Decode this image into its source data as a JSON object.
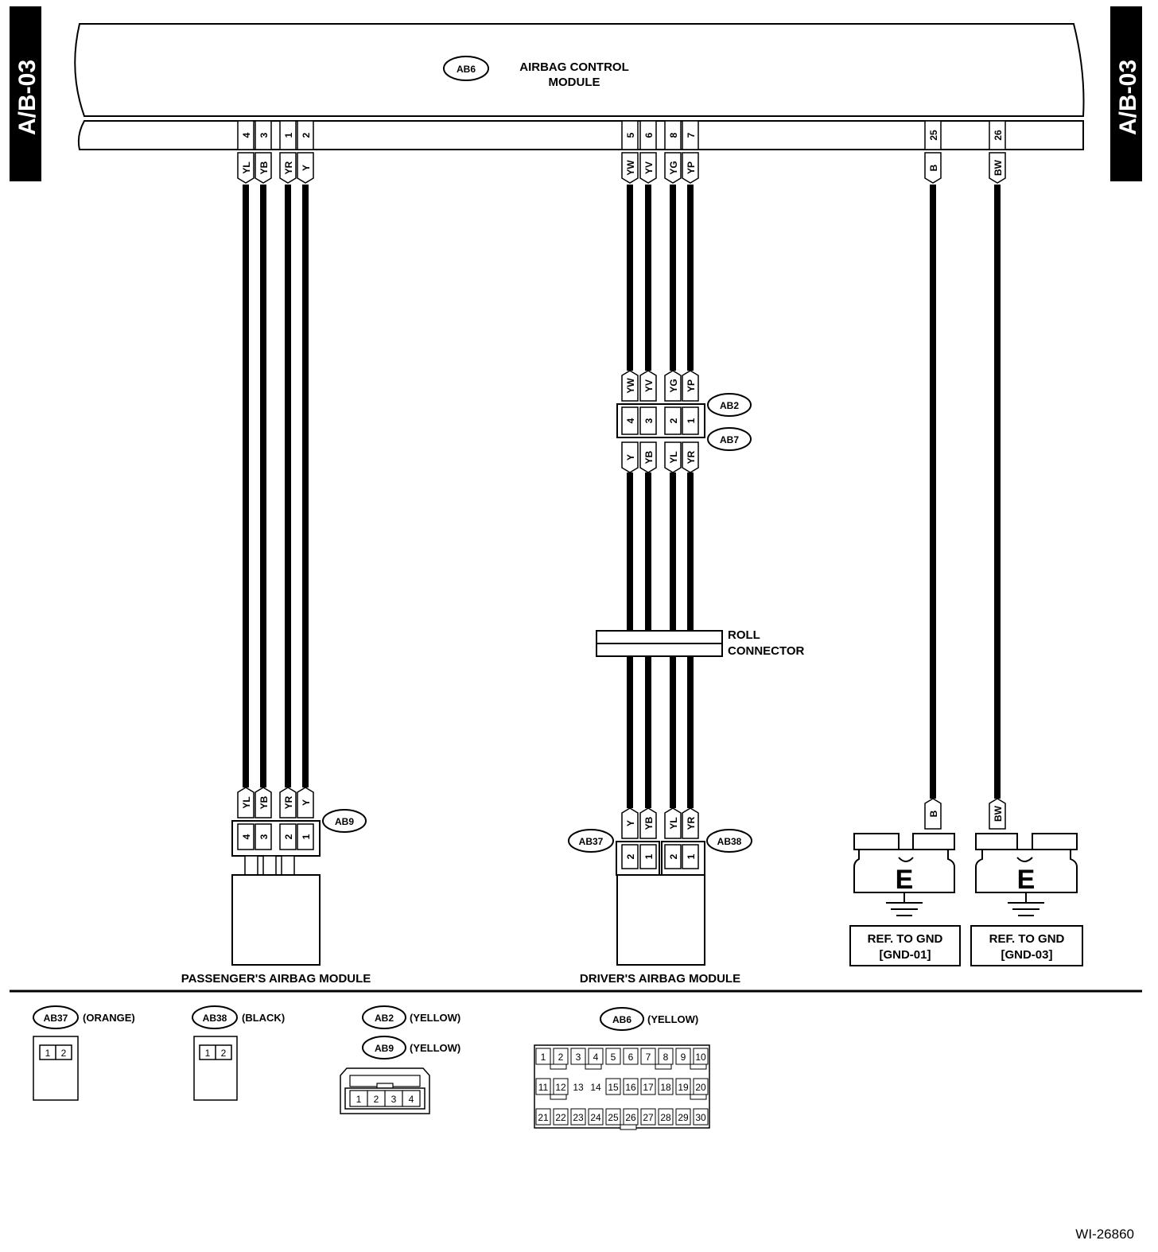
{
  "side_tab_label": "A/B-03",
  "figure_id": "WI-26860",
  "control_module": {
    "connector": "AB6",
    "name_line1": "AIRBAG CONTROL",
    "name_line2": "MODULE",
    "pins": [
      "4",
      "3",
      "1",
      "2",
      "5",
      "6",
      "8",
      "7",
      "25",
      "26"
    ],
    "wire_colors": [
      "YL",
      "YB",
      "YR",
      "Y",
      "YW",
      "YV",
      "YG",
      "YP",
      "B",
      "BW"
    ]
  },
  "mid_connector": {
    "upper_id": "AB2",
    "lower_id": "AB7",
    "upper_colors": [
      "YW",
      "YV",
      "YG",
      "YP"
    ],
    "pins": [
      "4",
      "3",
      "2",
      "1"
    ],
    "lower_colors": [
      "Y",
      "YB",
      "YL",
      "YR"
    ]
  },
  "roll_connector": {
    "line1": "ROLL",
    "line2": "CONNECTOR"
  },
  "passenger_module": {
    "connector": "AB9",
    "colors": [
      "YL",
      "YB",
      "YR",
      "Y"
    ],
    "pins": [
      "4",
      "3",
      "2",
      "1"
    ],
    "label": "PASSENGER'S AIRBAG MODULE"
  },
  "driver_module": {
    "left_connector": "AB37",
    "right_connector": "AB38",
    "colors": [
      "Y",
      "YB",
      "YL",
      "YR"
    ],
    "pins": [
      "2",
      "1",
      "2",
      "1"
    ],
    "label": "DRIVER'S AIRBAG MODULE"
  },
  "grounds": [
    {
      "wire": "B",
      "letter": "E",
      "ref1": "REF. TO GND",
      "ref2": "[GND-01]"
    },
    {
      "wire": "BW",
      "letter": "E",
      "ref1": "REF. TO GND",
      "ref2": "[GND-03]"
    }
  ],
  "legend": {
    "ab37": {
      "id": "AB37",
      "color": "(ORANGE)",
      "pins": [
        "1",
        "2"
      ]
    },
    "ab38": {
      "id": "AB38",
      "color": "(BLACK)",
      "pins": [
        "1",
        "2"
      ]
    },
    "ab2": {
      "id": "AB2",
      "color": "(YELLOW)"
    },
    "ab9": {
      "id": "AB9",
      "color": "(YELLOW)",
      "pins": [
        "1",
        "2",
        "3",
        "4"
      ]
    },
    "ab6": {
      "id": "AB6",
      "color": "(YELLOW)",
      "row1": [
        "1",
        "2",
        "3",
        "4",
        "5",
        "6",
        "7",
        "8",
        "9",
        "10"
      ],
      "row2": [
        "11",
        "12",
        "13",
        "14",
        "15",
        "16",
        "17",
        "18",
        "19",
        "20"
      ],
      "row3": [
        "21",
        "22",
        "23",
        "24",
        "25",
        "26",
        "27",
        "28",
        "29",
        "30"
      ]
    }
  }
}
